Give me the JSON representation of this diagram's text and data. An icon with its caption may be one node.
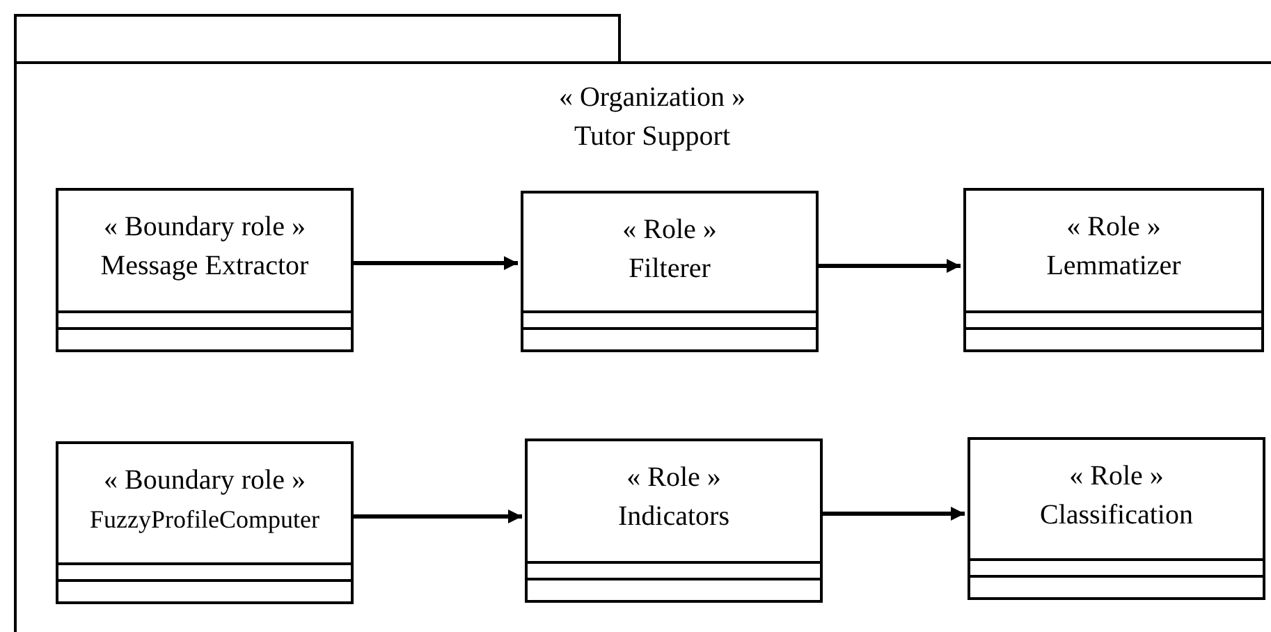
{
  "diagram": {
    "nodes": [
      {
        "text": [
          "« Organization  »",
          "Tutor Support"
        ]
      },
      {
        "text": [
          "« Boundary role  »",
          "Message Extractor"
        ],
        "in": 0
      },
      {
        "text": [
          "« Role »",
          "Filterer"
        ],
        "in": 0
      },
      {
        "text": [
          "« Role »",
          "Lemmatizer"
        ],
        "in": 0
      },
      {
        "text": [
          "« Boundary role  »",
          "FuzzyProfileComputer"
        ],
        "in": 0
      },
      {
        "text": [
          "« Role »",
          "Indicators"
        ],
        "in": 0
      },
      {
        "text": [
          "« Role »",
          "Classification"
        ],
        "in": 0
      }
    ],
    "edges": [
      {
        "from": 1,
        "to": 2,
        "arrow": "to"
      },
      {
        "from": 2,
        "to": 3,
        "arrow": "to"
      },
      {
        "from": 4,
        "to": 5,
        "arrow": "to"
      },
      {
        "from": 5,
        "to": 6,
        "arrow": "to"
      }
    ]
  }
}
